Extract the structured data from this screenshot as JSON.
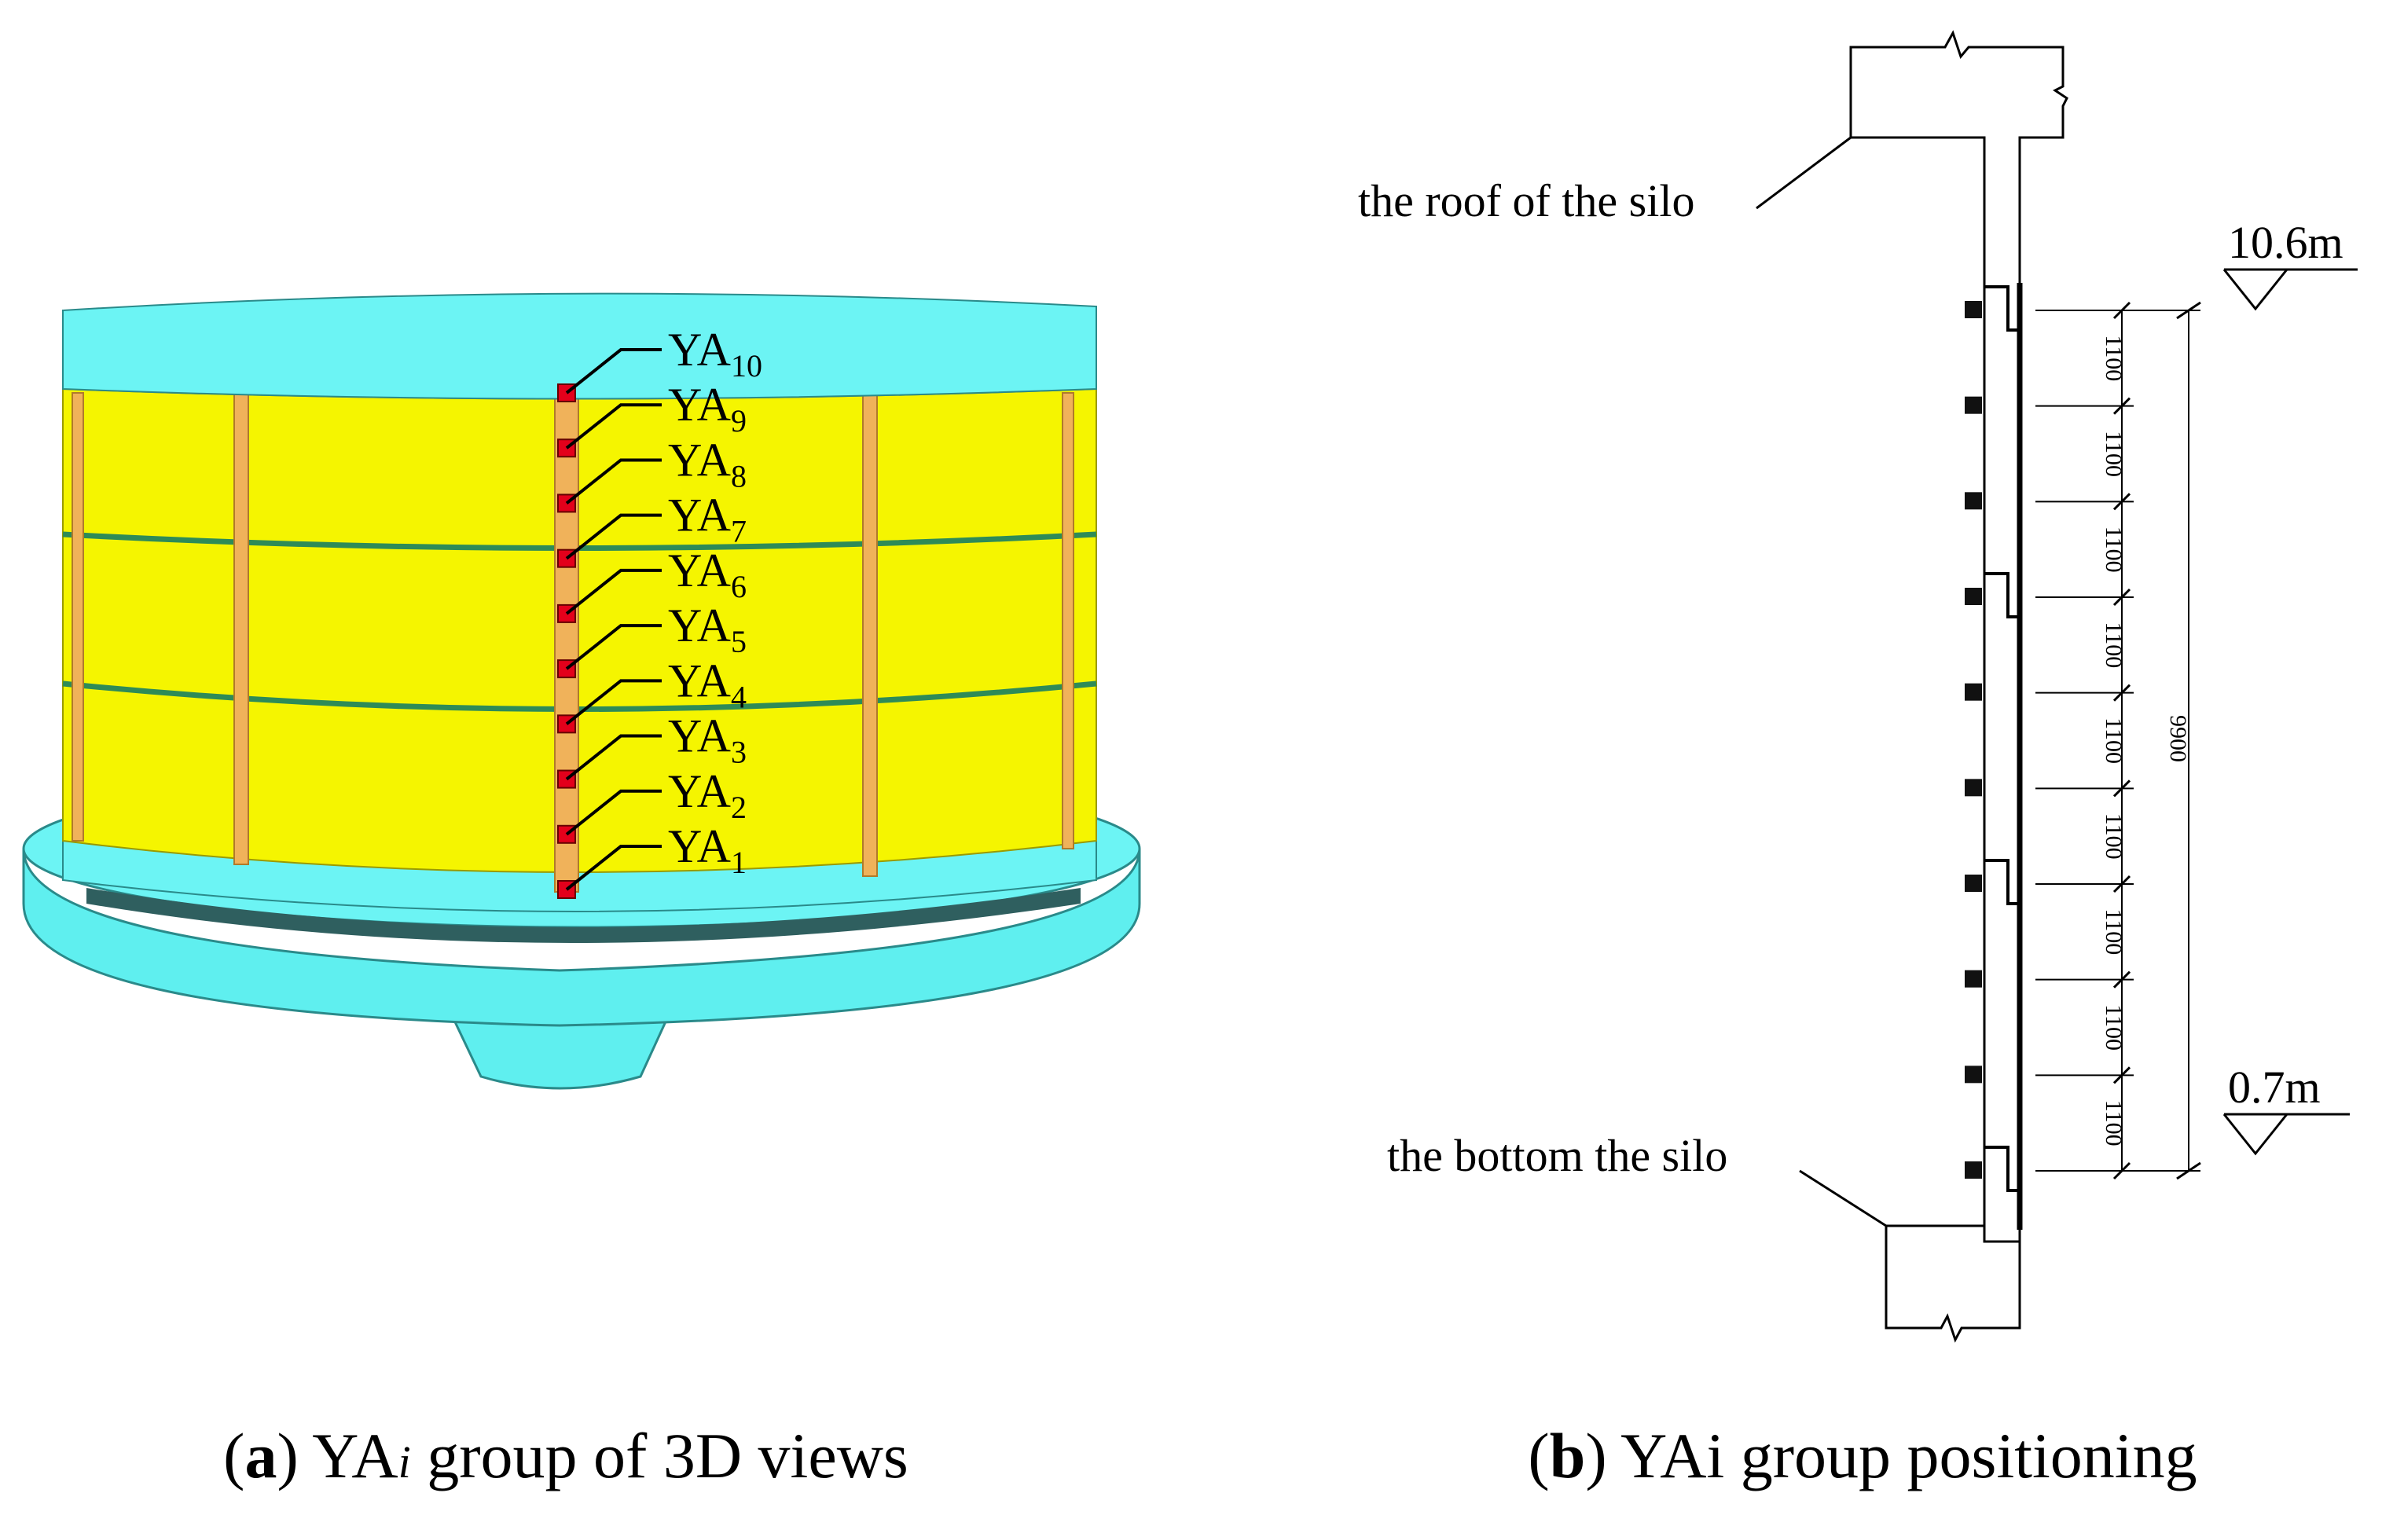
{
  "panel_a": {
    "sensor_prefix": "YA",
    "sensors": [
      {
        "sub": "10"
      },
      {
        "sub": "9"
      },
      {
        "sub": "8"
      },
      {
        "sub": "7"
      },
      {
        "sub": "6"
      },
      {
        "sub": "5"
      },
      {
        "sub": "4"
      },
      {
        "sub": "3"
      },
      {
        "sub": "2"
      },
      {
        "sub": "1"
      }
    ],
    "caption": {
      "letter": "a",
      "text_before": "YA",
      "italic": "i",
      "text_after": " group of 3D views"
    }
  },
  "panel_b": {
    "roof_label": "the roof of the silo",
    "bottom_label": "the bottom the silo",
    "top_elevation": "10.6m",
    "bottom_elevation": "0.7m",
    "spacing_labels": [
      "1100",
      "1100",
      "1100",
      "1100",
      "1100",
      "1100",
      "1100",
      "1100",
      "1100"
    ],
    "total_label": "9900",
    "caption": {
      "letter": "b",
      "text_before": "YAi",
      "text_after": " group positioning"
    }
  },
  "colors": {
    "cyan": "#66F5F5",
    "cyan_dark": "#35B7B7",
    "yellow": "#F5F500",
    "strip": "#F0B25A",
    "sensor_red": "#E3001B",
    "band_green": "#2E8B57"
  }
}
